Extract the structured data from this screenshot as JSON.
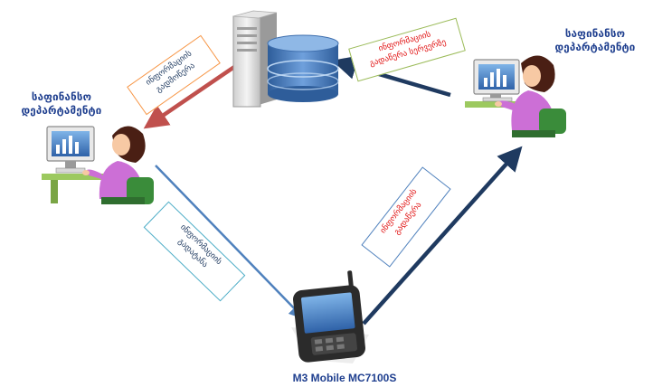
{
  "department_left": {
    "line1": "საფინანსო",
    "line2": "დეპარტამენტი"
  },
  "department_right": {
    "line1": "საფინანსო",
    "line2": "დეპარტამენტი"
  },
  "note_top_left": {
    "line1": "ინფორმაციის",
    "line2": "გადმოწერა"
  },
  "note_top_right": {
    "line1": "ინფორმაციის",
    "line2": "გადაწერა სერვერზე"
  },
  "note_bottom_left": {
    "line1": "ინფორმაციის",
    "line2": "გადატანა"
  },
  "note_bottom_right": {
    "line1": "ინფორმაციის",
    "line2": "გადაწერა"
  },
  "device_label": "M3 Mobile MC7100S",
  "colors": {
    "arrow_red": "#c0504d",
    "arrow_navy": "#1f3a60",
    "arrow_lightblue": "#4f81bd",
    "box_orange": "#f79646",
    "box_green": "#9bbb59",
    "box_teal": "#4bacc6",
    "box_blue": "#4f81bd",
    "text_red": "#e01010",
    "text_blue": "#1f3f8f"
  }
}
